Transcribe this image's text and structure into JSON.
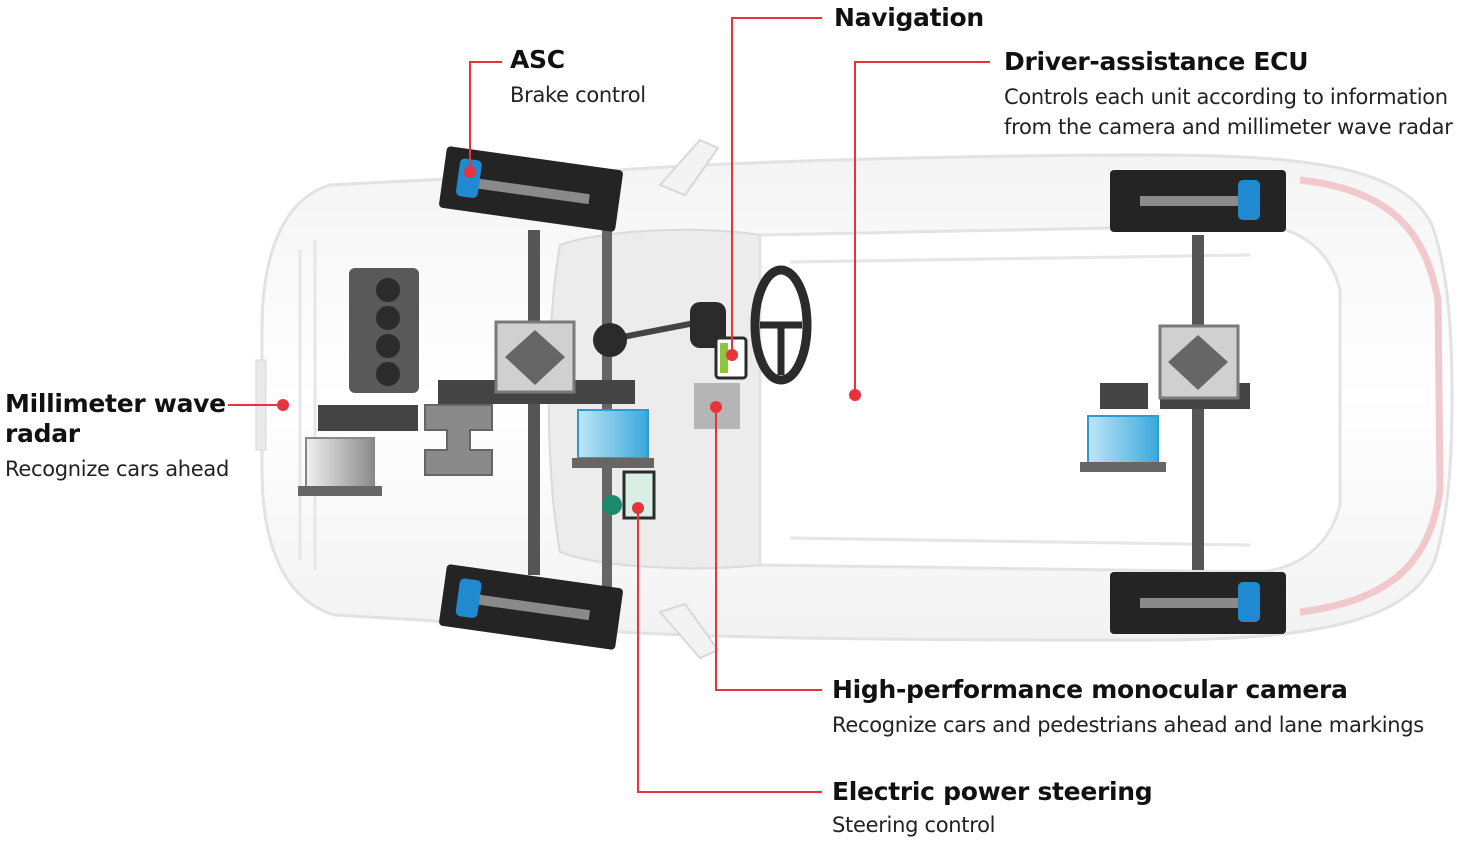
{
  "diagram": {
    "accent_color": "#e8323c",
    "components": {
      "navigation": {
        "title": "Navigation"
      },
      "ecu": {
        "title": "Driver-assistance ECU",
        "desc_line1": "Controls each unit according to information",
        "desc_line2": "from the camera and millimeter wave radar"
      },
      "asc": {
        "title": "ASC",
        "desc": "Brake control"
      },
      "radar": {
        "title_line1": "Millimeter wave",
        "title_line2": "radar",
        "desc": "Recognize cars ahead"
      },
      "camera": {
        "title": "High-performance monocular camera",
        "desc": "Recognize cars and pedestrians ahead and lane markings"
      },
      "eps": {
        "title": "Electric power steering",
        "desc": "Steering control"
      }
    }
  }
}
